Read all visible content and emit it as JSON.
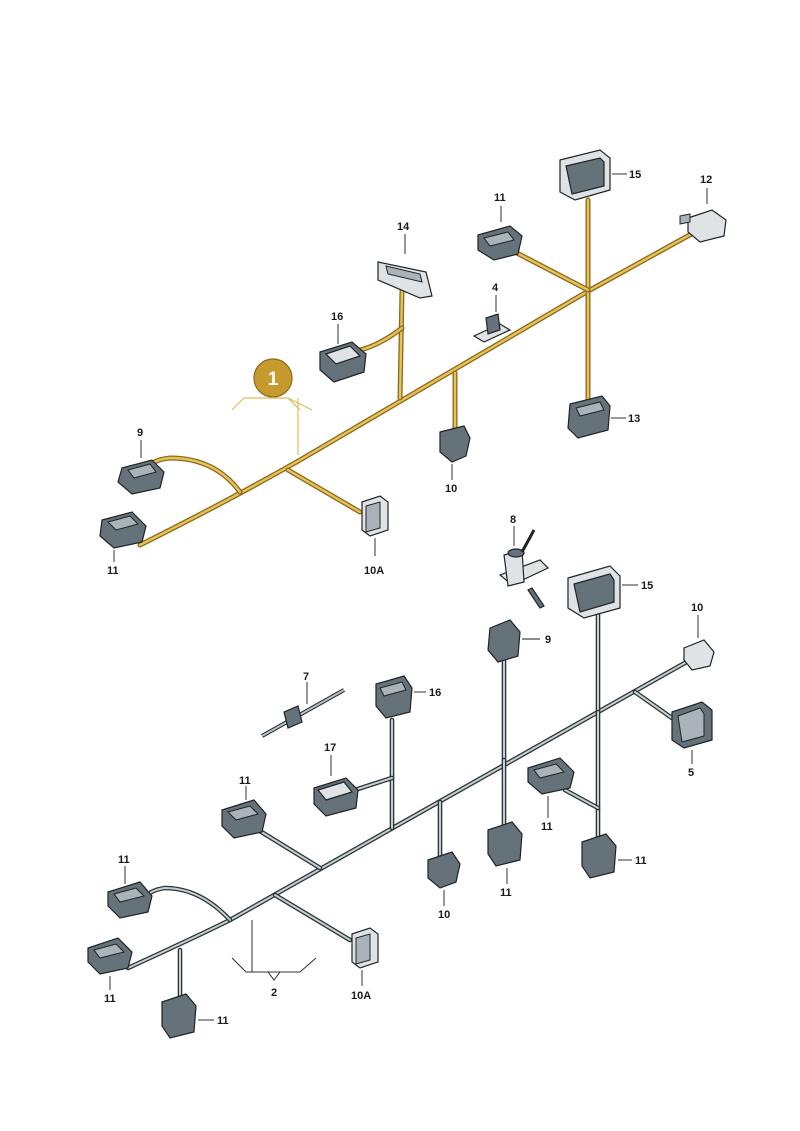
{
  "assembly_1": {
    "badge": "1",
    "labels": {
      "c15": "15",
      "c12": "12",
      "c11a": "11",
      "c14": "14",
      "c4": "4",
      "c16": "16",
      "c13": "13",
      "c9": "9",
      "c10": "10",
      "c11b": "11",
      "c10A": "10A"
    }
  },
  "assembly_2": {
    "label": "2",
    "labels": {
      "c8": "8",
      "c15": "15",
      "c10top": "10",
      "c9": "9",
      "c7": "7",
      "c16": "16",
      "c17": "17",
      "c5": "5",
      "c11a": "11",
      "c11b": "11",
      "c11c": "11",
      "c11d": "11",
      "c11e": "11",
      "c11f": "11",
      "c11g": "11",
      "c10mid": "10",
      "c10A": "10A"
    }
  },
  "colors": {
    "harness_1": "#d8b24a",
    "harness_2": "#2c3437",
    "badge": "#c79a2e"
  }
}
